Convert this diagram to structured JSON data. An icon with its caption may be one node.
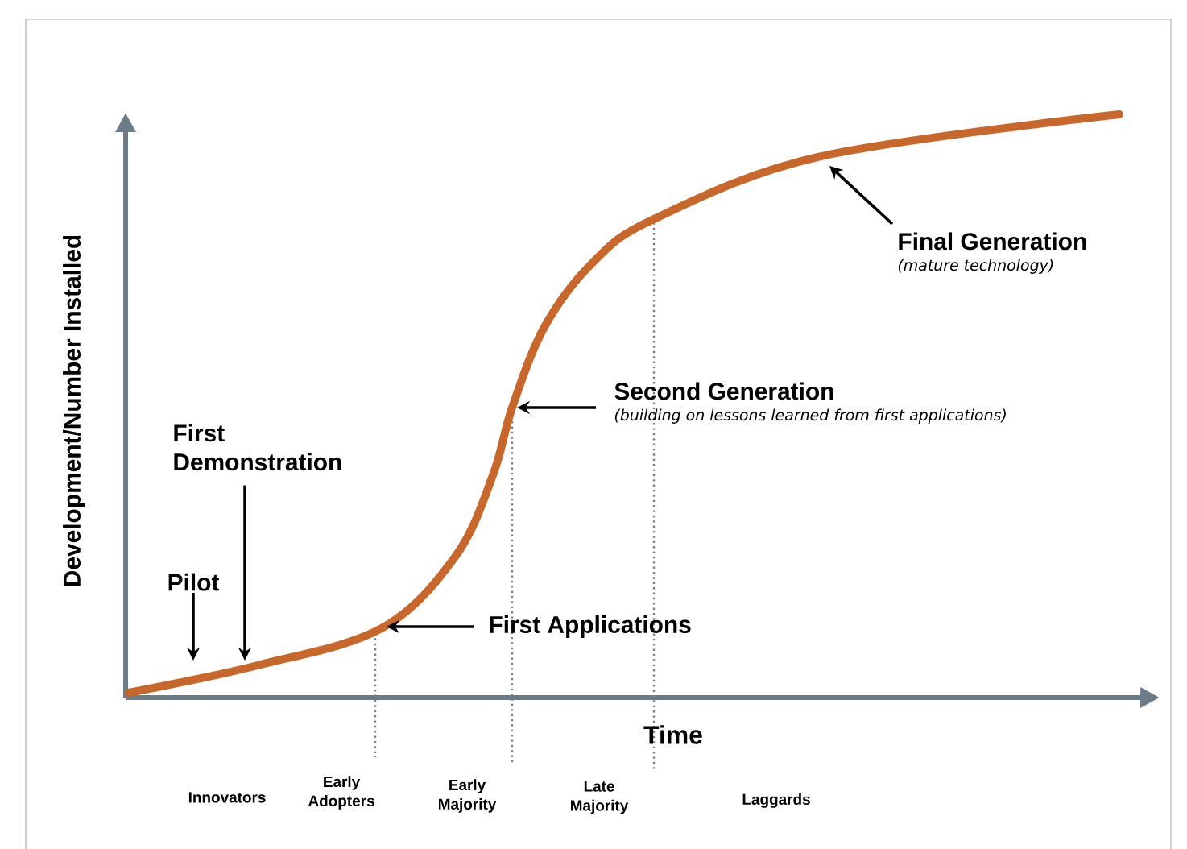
{
  "diagram": {
    "nodes": [
      {
        "text": [
          "Pilot"
        ]
      },
      {
        "text": [
          "First Demonstration"
        ]
      },
      {
        "text": [
          "First Applications"
        ]
      },
      {
        "text": [
          "Second Generation",
          "(building on lessons learned from first applications)"
        ]
      },
      {
        "text": [
          "Final Generation",
          "(mature technology)"
        ]
      }
    ],
    "edges": [
      {
        "from": 0,
        "to": null,
        "arrow": "to"
      },
      {
        "from": 1,
        "to": null,
        "arrow": "to"
      },
      {
        "from": 2,
        "to": null,
        "arrow": "to"
      },
      {
        "from": 3,
        "to": null,
        "arrow": "to"
      },
      {
        "from": 4,
        "to": null,
        "arrow": "to"
      }
    ],
    "labels": [
      "Development/Number Installed",
      "Time",
      "Innovators",
      "Early Adopters",
      "Early Majority",
      "Late Majority",
      "Laggards"
    ]
  }
}
